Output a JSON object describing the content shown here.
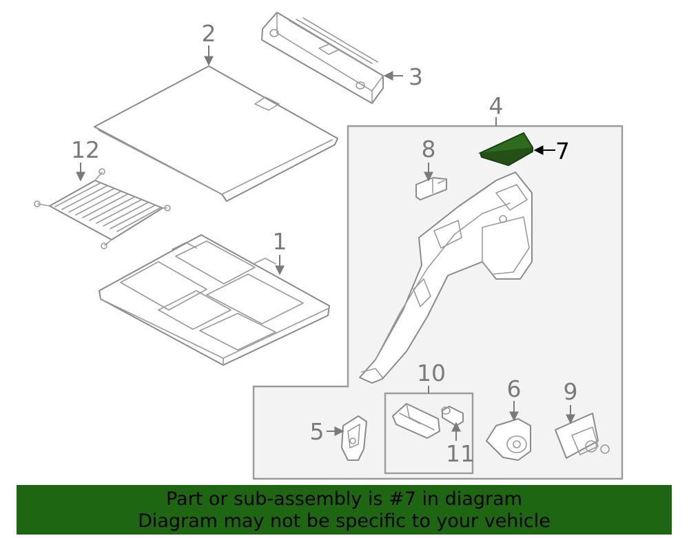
{
  "diagram": {
    "callouts": {
      "c1": "1",
      "c2": "2",
      "c3": "3",
      "c4": "4",
      "c5": "5",
      "c6": "6",
      "c7": "7",
      "c8": "8",
      "c9": "9",
      "c10": "10",
      "c11": "11",
      "c12": "12"
    },
    "highlighted_part": "7",
    "colors": {
      "highlight": "#2f6b1c",
      "banner": "#1f6612",
      "line": "#8a8a8a"
    }
  },
  "banner": {
    "line1": "Part or sub-assembly is #7 in diagram",
    "line2": "Diagram may not be specific to your vehicle"
  }
}
